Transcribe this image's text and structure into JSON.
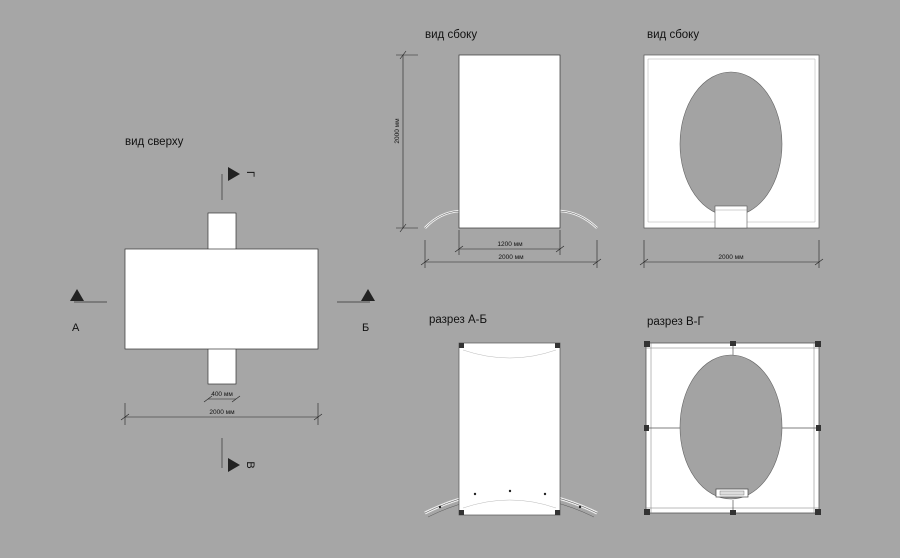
{
  "views": {
    "top": {
      "title": "вид сверху",
      "dim_inner": "400 мм",
      "dim_outer": "2000 мм"
    },
    "side_1": {
      "title": "вид сбоку",
      "dim_height": "2000 мм",
      "dim_inner": "1200 мм",
      "dim_outer": "2000 мм"
    },
    "side_2": {
      "title": "вид сбоку",
      "dim_outer": "2000 мм"
    },
    "section_ab": {
      "title": "разрез А-Б"
    },
    "section_vg": {
      "title": "разрез В-Г"
    }
  },
  "markers": {
    "a": "А",
    "b": "Б",
    "v": "В",
    "g": "Г"
  },
  "colors": {
    "background": "#a6a6a6",
    "fill": "#ffffff",
    "ellipse": "#a3a3a3",
    "line": "#222222"
  }
}
